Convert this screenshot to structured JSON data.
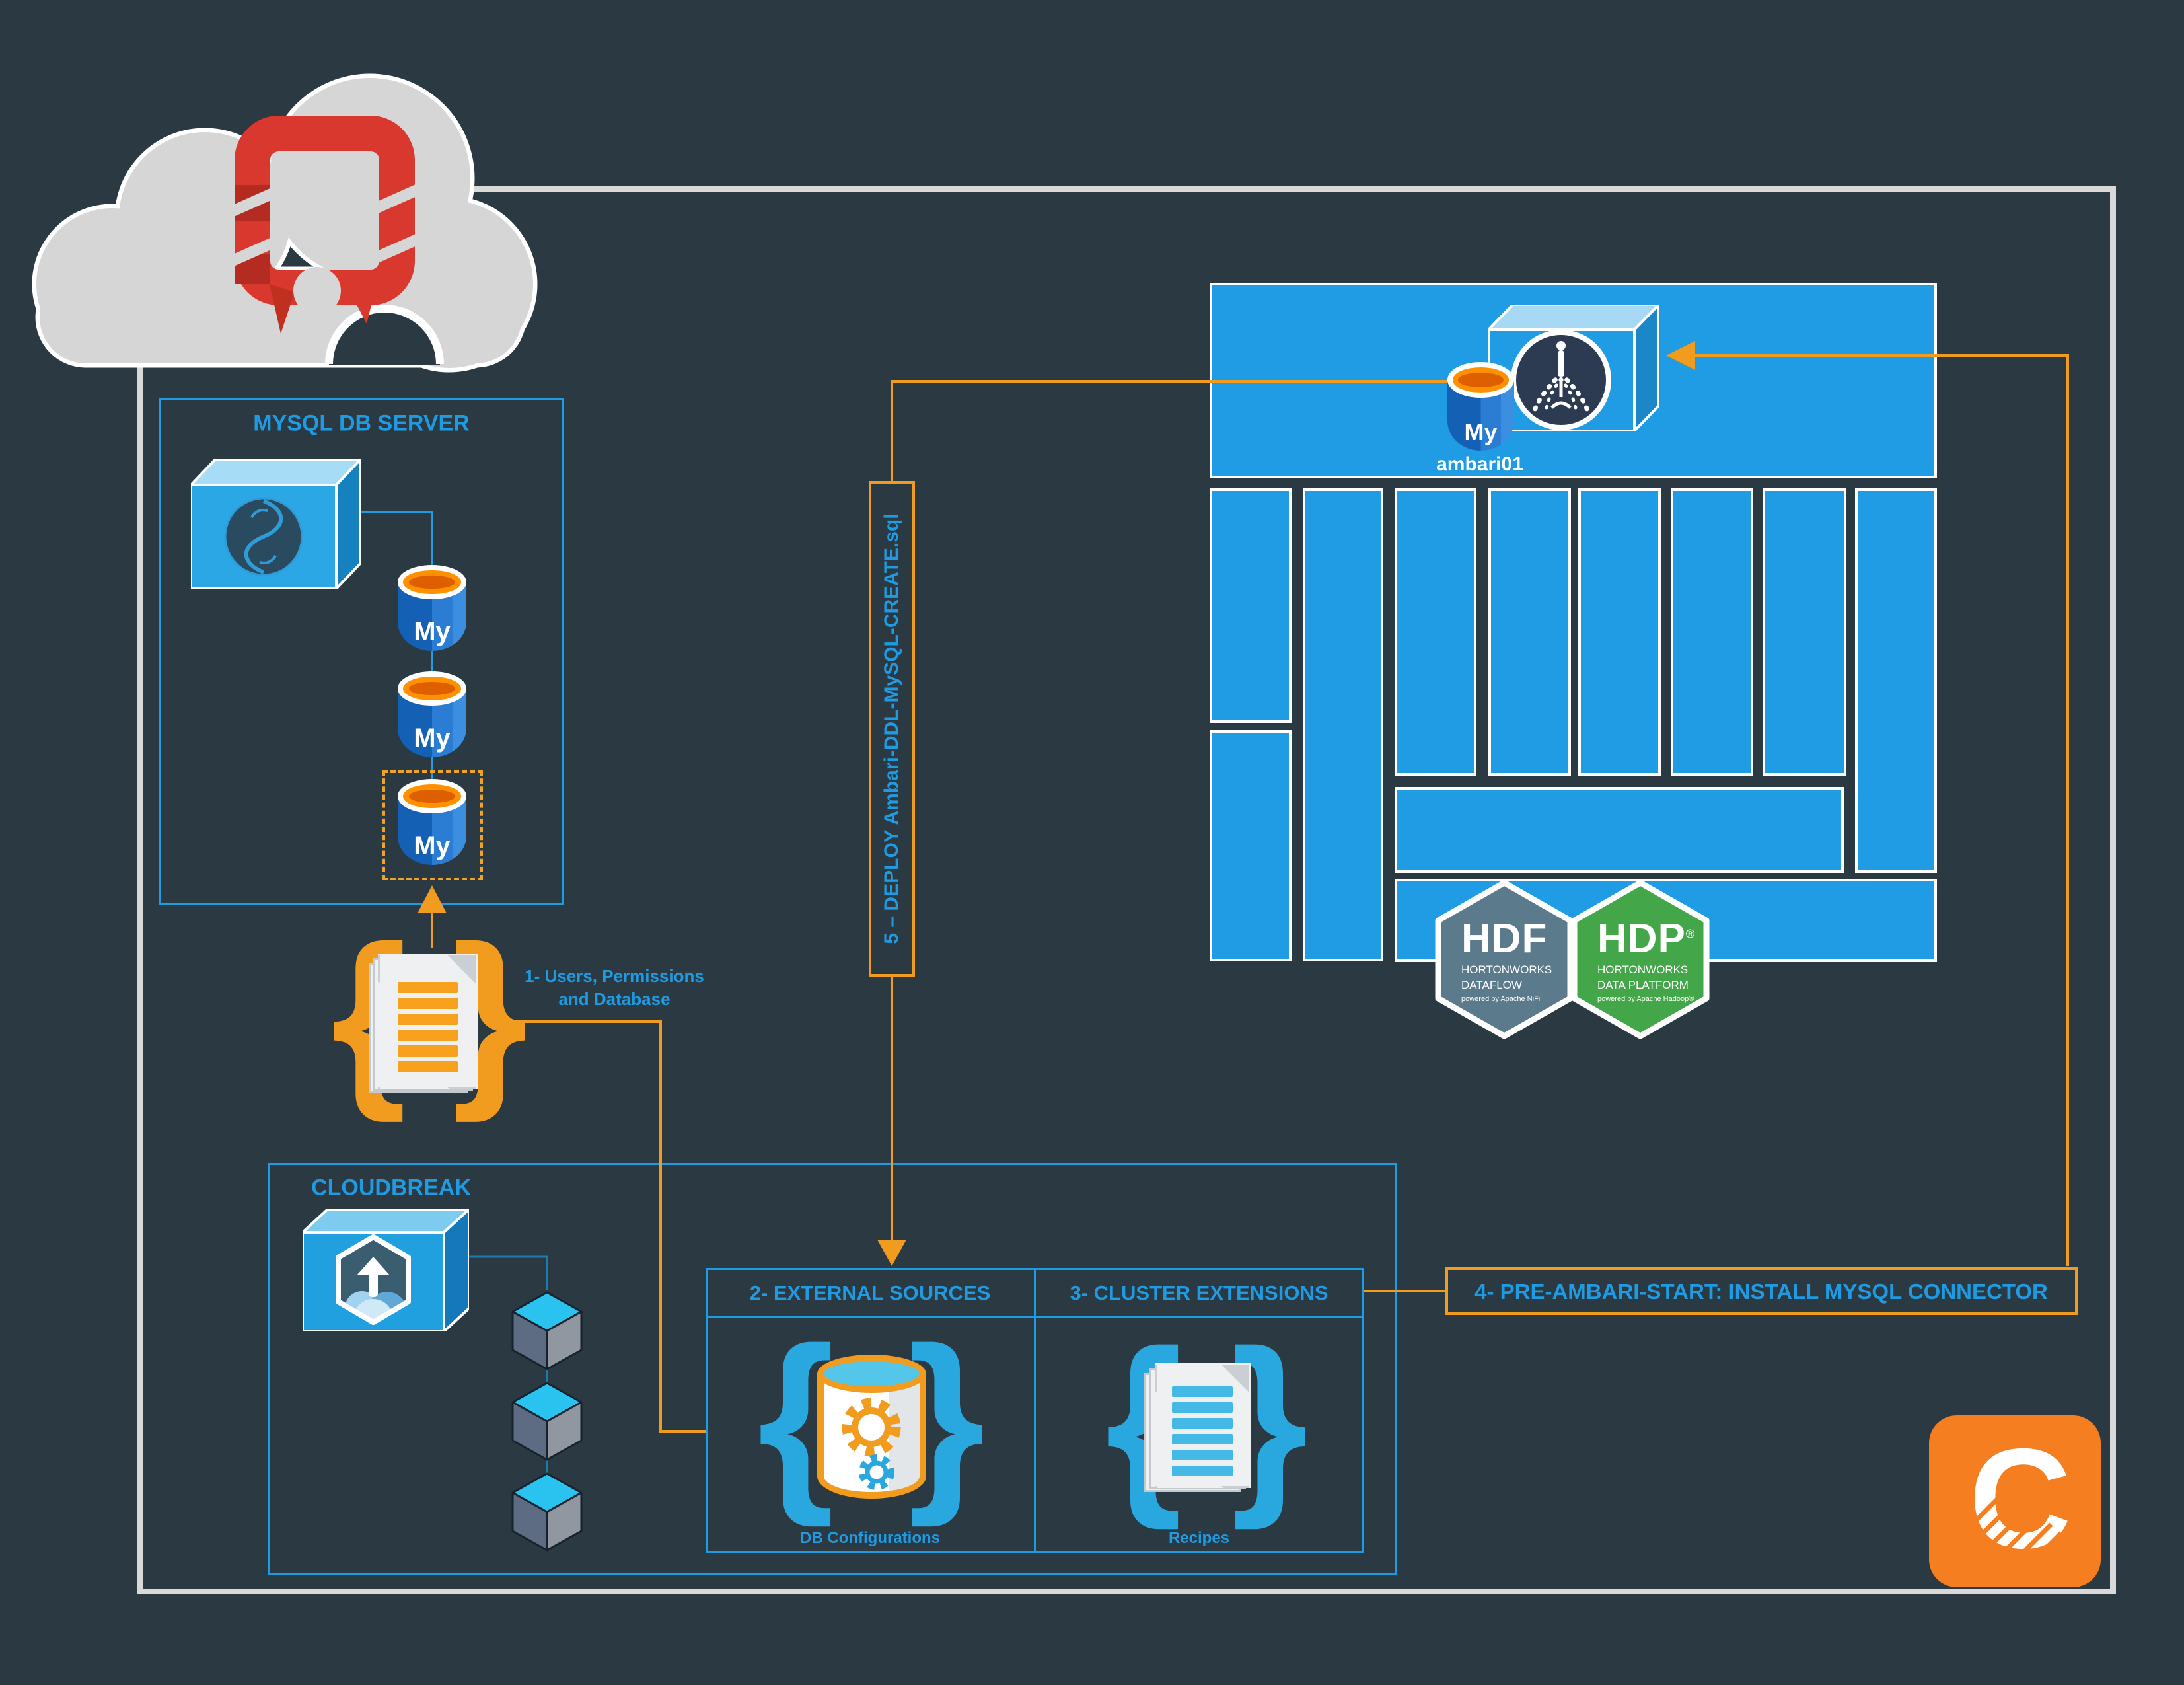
{
  "cloud": {
    "provider_icon": "openstack-logo"
  },
  "mysql_server": {
    "title": "MYSQL DB SERVER",
    "cylinder_label": "My"
  },
  "steps": {
    "step1": {
      "line1": "1- Users, Permissions",
      "line2": "and Database"
    },
    "step2": {
      "title": "2- EXTERNAL SOURCES",
      "item_label": "DB Configurations"
    },
    "step3": {
      "title": "3- CLUSTER EXTENSIONS",
      "item_label": "Recipes"
    },
    "step4": {
      "label": "4- PRE-AMBARI-START: INSTALL MYSQL CONNECTOR"
    },
    "step5": {
      "label": "5 – DEPLOY Ambari-DDL-MySQL-CREATE.sql"
    }
  },
  "cloudbreak": {
    "title": "CLOUDBREAK"
  },
  "cluster": {
    "ambari_host_label": "ambari01",
    "cylinder_label": "My"
  },
  "badges": {
    "hdf": {
      "acronym": "HDF",
      "org": "HORTONWORKS",
      "product": "DATAFLOW",
      "powered": "powered by Apache NiFi",
      "color": "#5b7a8c"
    },
    "hdp": {
      "acronym": "HDP",
      "reg": "®",
      "org": "HORTONWORKS",
      "product": "DATA PLATFORM",
      "powered": "powered by Apache Hadoop®",
      "color": "#43a648"
    }
  },
  "logo": {
    "letter": "C",
    "color": "#f47e20"
  },
  "glyphs": {
    "brace_open": "{",
    "brace_close": "}"
  },
  "colors": {
    "background": "#2b3943",
    "accent_blue": "#1e9be2",
    "node_fill": "#1f9ce4",
    "accent_orange": "#f29c1f",
    "frame_gray": "#d9d9d9",
    "openstack_red": "#d9382e",
    "cylinder_blue": "#1360b4"
  }
}
